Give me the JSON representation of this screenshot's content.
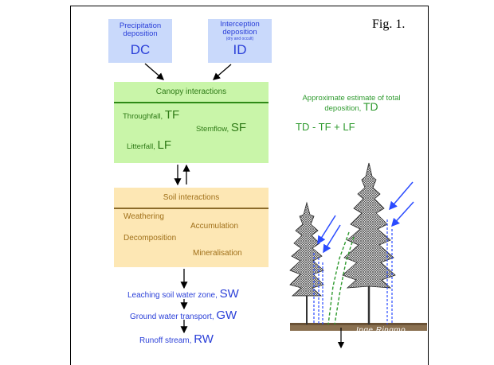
{
  "figure": {
    "label": "Fig. 1."
  },
  "sources": {
    "precipitation": {
      "title": "Precipitation deposition",
      "code": "DC"
    },
    "interception": {
      "title": "Interception deposition",
      "note": "(dry and occult)",
      "code": "ID"
    }
  },
  "canopy": {
    "title": "Canopy interactions",
    "throughfall": {
      "label": "Throughfall,",
      "code": "TF"
    },
    "stemflow": {
      "label": "Stemflow,",
      "code": "SF"
    },
    "litterfall": {
      "label": "Litterfall,",
      "code": "LF"
    }
  },
  "soil": {
    "title": "Soil interactions",
    "processes": [
      "Weathering",
      "Accumulation",
      "Decomposition",
      "Mineralisation"
    ]
  },
  "outflows": [
    {
      "label": "Leaching soil water zone,",
      "code": "SW"
    },
    {
      "label": "Ground water transport,",
      "code": "GW"
    },
    {
      "label": "Runoff stream,",
      "code": "RW"
    }
  ],
  "total_deposition": {
    "description": "Approximate estimate of total deposition,",
    "code": "TD",
    "equation": "TD - TF + LF"
  },
  "credit": "Inge Ringmo",
  "colors": {
    "source_fill": "#c9d9fb",
    "source_text": "#2a3fd8",
    "canopy_fill": "#c9f5a9",
    "canopy_text": "#2e7a16",
    "soil_fill": "#fde7b4",
    "soil_text": "#a0701a",
    "blue_text": "#2a3fd8",
    "green_text": "#2e9a2e"
  }
}
